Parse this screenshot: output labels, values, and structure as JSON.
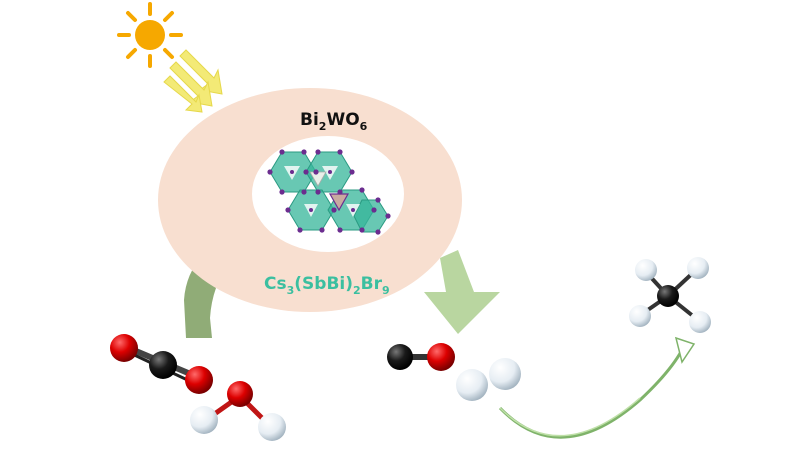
{
  "shell_material": {
    "base": "Bi",
    "sub1": "2",
    "mid": "WO",
    "sub2": "6"
  },
  "core_material": {
    "p1": "Cs",
    "s1": "3",
    "p2": "(SbBi)",
    "s2": "2",
    "p3": "Br",
    "s3": "9"
  },
  "colors": {
    "shell": "#f8dfd0",
    "core": "#ffffff",
    "crystal_green": "#35b59a",
    "crystal_atom": "#6b2d8f",
    "core_label": "#3bbfa0",
    "sun": "#f6a800",
    "light_ray": "#f3ea76",
    "arrow_left": "#8aa870",
    "arrow_right": "#b5d49b",
    "curve_arrow": "#7fb36a",
    "oxygen": "#dd0000",
    "carbon": "#111111",
    "hydrogen": "#e8eef4"
  },
  "reactants": [
    "CO2",
    "H2O"
  ],
  "intermediates": [
    "CO",
    "H2"
  ],
  "product": "CH4",
  "icons": [
    "sun-icon",
    "light-rays-icon"
  ]
}
